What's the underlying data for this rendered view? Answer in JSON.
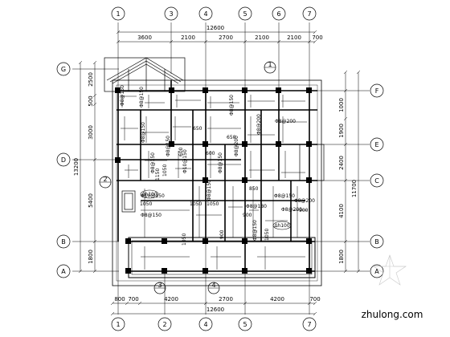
{
  "axes_top": [
    "1",
    "3",
    "4",
    "5",
    "6",
    "7"
  ],
  "axes_bottom": [
    "1",
    "2",
    "4",
    "5",
    "7"
  ],
  "axes_left": [
    "G",
    "D",
    "B",
    "A"
  ],
  "axes_right": [
    "F",
    "E",
    "C",
    "B",
    "A"
  ],
  "dims": {
    "top_total": "12600",
    "top_segments": [
      "3600",
      "2100",
      "2700",
      "2100",
      "2100",
      "700"
    ],
    "bottom_total": "12600",
    "bottom_segments": [
      "800",
      "700",
      "4200",
      "2700",
      "4200",
      "700"
    ],
    "left_total": "13200",
    "left_segments": [
      "2500",
      "500",
      "3000",
      "5400",
      "1800"
    ],
    "right_total": "11700",
    "right_segments": [
      "1000",
      "1900",
      "2400",
      "4100",
      "1800"
    ]
  },
  "section_marks": [
    "1",
    "2",
    "3",
    "4"
  ],
  "slab_tags": [
    "Δh100",
    "Δh100"
  ],
  "bar_notes": [
    "Φ8@150",
    "Φ8@150",
    "Φ8@150",
    "Φ8@150",
    "Φ8@200",
    "Φ8@200",
    "Φ8@200",
    "Φ8@150",
    "Φ8@150",
    "Φ8@150",
    "Φ8@150",
    "Φ8@150",
    "Φ8@180",
    "Φ8@150",
    "Φ10@150",
    "Φ10@150",
    "Φ8@200",
    "1050",
    "1050",
    "1050",
    "1050",
    "1050",
    "1050",
    "650",
    "650",
    "600",
    "600",
    "850",
    "900",
    "900",
    "900",
    "1150",
    "Φ8@200",
    "Φ8@150"
  ],
  "watermark": "zhulong.com"
}
